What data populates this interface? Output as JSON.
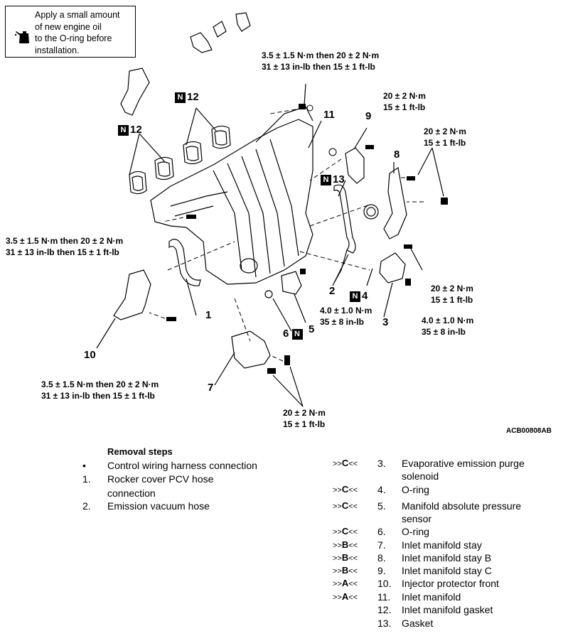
{
  "note": {
    "lines": [
      "Apply a small amount",
      "of new engine oil",
      "to the O-ring before",
      "installation."
    ],
    "icon": "oil-can-icon"
  },
  "torques": {
    "t_top_1": "3.5 ± 1.5 N·m then 20 ± 2 N·m",
    "t_top_2": "31 ± 13 in-lb then 15 ± 1 ft-lb",
    "t9_1": "20 ± 2 N·m",
    "t9_2": "15 ± 1 ft-lb",
    "t8_1": "20 ± 2 N·m",
    "t8_2": "15 ± 1 ft-lb",
    "tleft_1": "3.5 ± 1.5 N·m then 20 ± 2 N·m",
    "tleft_2": "31 ± 13 in-lb then 15 ± 1 ft-lb",
    "tright_1": "20 ± 2 N·m",
    "tright_2": "15 ± 1 ft-lb",
    "t5_1": "4.0 ± 1.0 N·m",
    "t5_2": "35 ± 8 in-lb",
    "t3_1": "4.0 ± 1.0 N·m",
    "t3_2": "35 ± 8 in-lb",
    "t10_1": "3.5 ± 1.5 N·m then 20 ± 2 N·m",
    "t10_2": "31 ± 13 in-lb then 15 ± 1 ft-lb",
    "t7_1": "20 ± 2 N·m",
    "t7_2": "15 ± 1 ft-lb"
  },
  "callouts": {
    "c1": "1",
    "c2": "2",
    "c3": "3",
    "c4": "4",
    "c5": "5",
    "c6": "6",
    "c7": "7",
    "c8": "8",
    "c9": "9",
    "c10": "10",
    "c11": "11",
    "c12a": "12",
    "c12b": "12",
    "c13": "13",
    "badge": "N"
  },
  "figure_code": "ACB00808AB",
  "removal": {
    "title": "Removal steps",
    "left": [
      {
        "num": "•",
        "text": "Control wiring harness connection"
      },
      {
        "num": "1.",
        "text": "Rocker cover PCV hose"
      },
      {
        "num": "",
        "text": "connection"
      },
      {
        "num": "2.",
        "text": "Emission vacuum hose"
      }
    ],
    "right": [
      {
        "marker": "C",
        "num": "3.",
        "text": "Evaporative emission purge"
      },
      {
        "marker": "",
        "num": "",
        "text": "solenoid"
      },
      {
        "marker": "C",
        "num": "4.",
        "text": "O-ring"
      },
      {
        "marker": "C",
        "num": "5.",
        "text": "Manifold absolute pressure"
      },
      {
        "marker": "",
        "num": "",
        "text": "sensor"
      },
      {
        "marker": "C",
        "num": "6.",
        "text": "O-ring"
      },
      {
        "marker": "B",
        "num": "7.",
        "text": "Inlet manifold stay"
      },
      {
        "marker": "B",
        "num": "8.",
        "text": "Inlet manifold stay B"
      },
      {
        "marker": "B",
        "num": "9.",
        "text": "Inlet manifold stay C"
      },
      {
        "marker": "A",
        "num": "10.",
        "text": "Injector protector front"
      },
      {
        "marker": "A",
        "num": "11.",
        "text": "Inlet manifold"
      },
      {
        "marker": "",
        "num": "12.",
        "text": "Inlet manifold gasket"
      },
      {
        "marker": "",
        "num": "13.",
        "text": "Gasket"
      }
    ],
    "marker_prefix": ">>",
    "marker_suffix": "<<"
  }
}
